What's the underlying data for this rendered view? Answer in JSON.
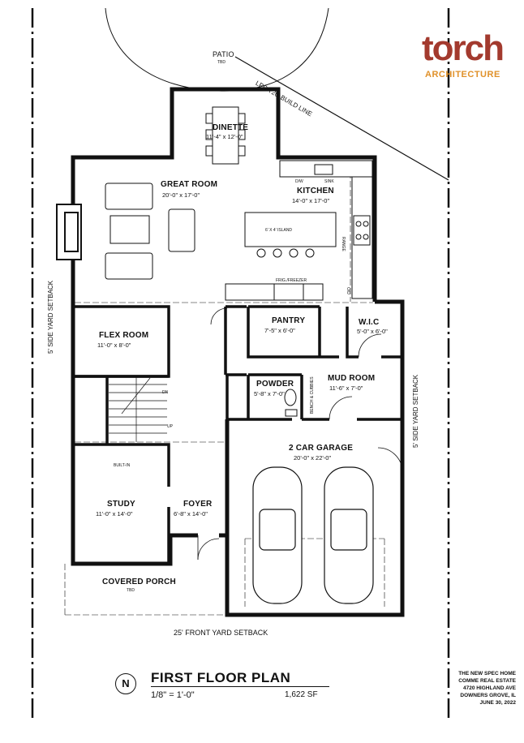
{
  "brand": {
    "name": "torch",
    "sub": "ARCHITECTURE",
    "primary_color": "#a33a2e",
    "accent_color": "#e0912a"
  },
  "sheet": {
    "title": "FIRST  FLOOR PLAN",
    "scale": "1/8\" = 1'-0\"",
    "area": "1,622 SF",
    "north": "N",
    "project": [
      "THE NEW SPEC HOME",
      "COMME REAL ESTATE",
      "4720 HIGHLAND AVE",
      "DOWNERS GROVE, IL",
      "JUNE 30, 2022"
    ]
  },
  "site": {
    "patio": {
      "name": "PATIO",
      "note": "TBD"
    },
    "build_line": "LPDA 20' BUILD LINE",
    "side_setback_left": "5' SIDE YARD SETBACK",
    "side_setback_right": "5' SIDE YARD SETBACK",
    "front_setback": "25' FRONT YARD SETBACK"
  },
  "rooms": {
    "dinette": {
      "name": "DINETTE",
      "dim": "11'-4\" x 12'-0\""
    },
    "great_room": {
      "name": "GREAT ROOM",
      "dim": "20'-0\" x 17'-0\""
    },
    "kitchen": {
      "name": "KITCHEN",
      "dim": "14'-0\" x 17'-0\""
    },
    "flex_room": {
      "name": "FLEX ROOM",
      "dim": "11'-0\" x 8'-0\""
    },
    "pantry": {
      "name": "PANTRY",
      "dim": "7'-5\" x 6'-0\""
    },
    "wic": {
      "name": "W.I.C",
      "dim": "5'-0\" x 6'-0\""
    },
    "powder": {
      "name": "POWDER",
      "dim": "5'-8\" x 7'-0\""
    },
    "mud_room": {
      "name": "MUD ROOM",
      "dim": "11'-6\" x 7'-0\""
    },
    "garage": {
      "name": "2 CAR GARAGE",
      "dim": "20'-0\" x 22'-0\""
    },
    "study": {
      "name": "STUDY",
      "dim": "11'-0\" x 14'-0\""
    },
    "foyer": {
      "name": "FOYER",
      "dim": "6'-8\" x 14'-0\""
    },
    "porch": {
      "name": "COVERED PORCH",
      "note": "TBD"
    }
  },
  "notes": {
    "island": "6' X 4' ISLAND",
    "fridge": "FRIG./FREEZER",
    "dw": "D/W",
    "sink": "SINK",
    "range": "RANGE",
    "od": "O/D",
    "built_in": "BUILT-IN",
    "bench": "BENCH & CUBBIES",
    "dn": "DN",
    "up": "UP"
  }
}
